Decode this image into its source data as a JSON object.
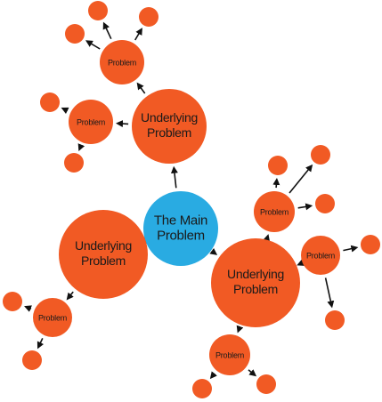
{
  "colors": {
    "main": "#29abe2",
    "node": "#f15a24",
    "arrow": "#111111",
    "background": "#ffffff"
  },
  "labels": {
    "main": [
      "The Main",
      "Problem"
    ],
    "underlying": [
      "Underlying",
      "Problem"
    ],
    "problem": "Problem"
  }
}
